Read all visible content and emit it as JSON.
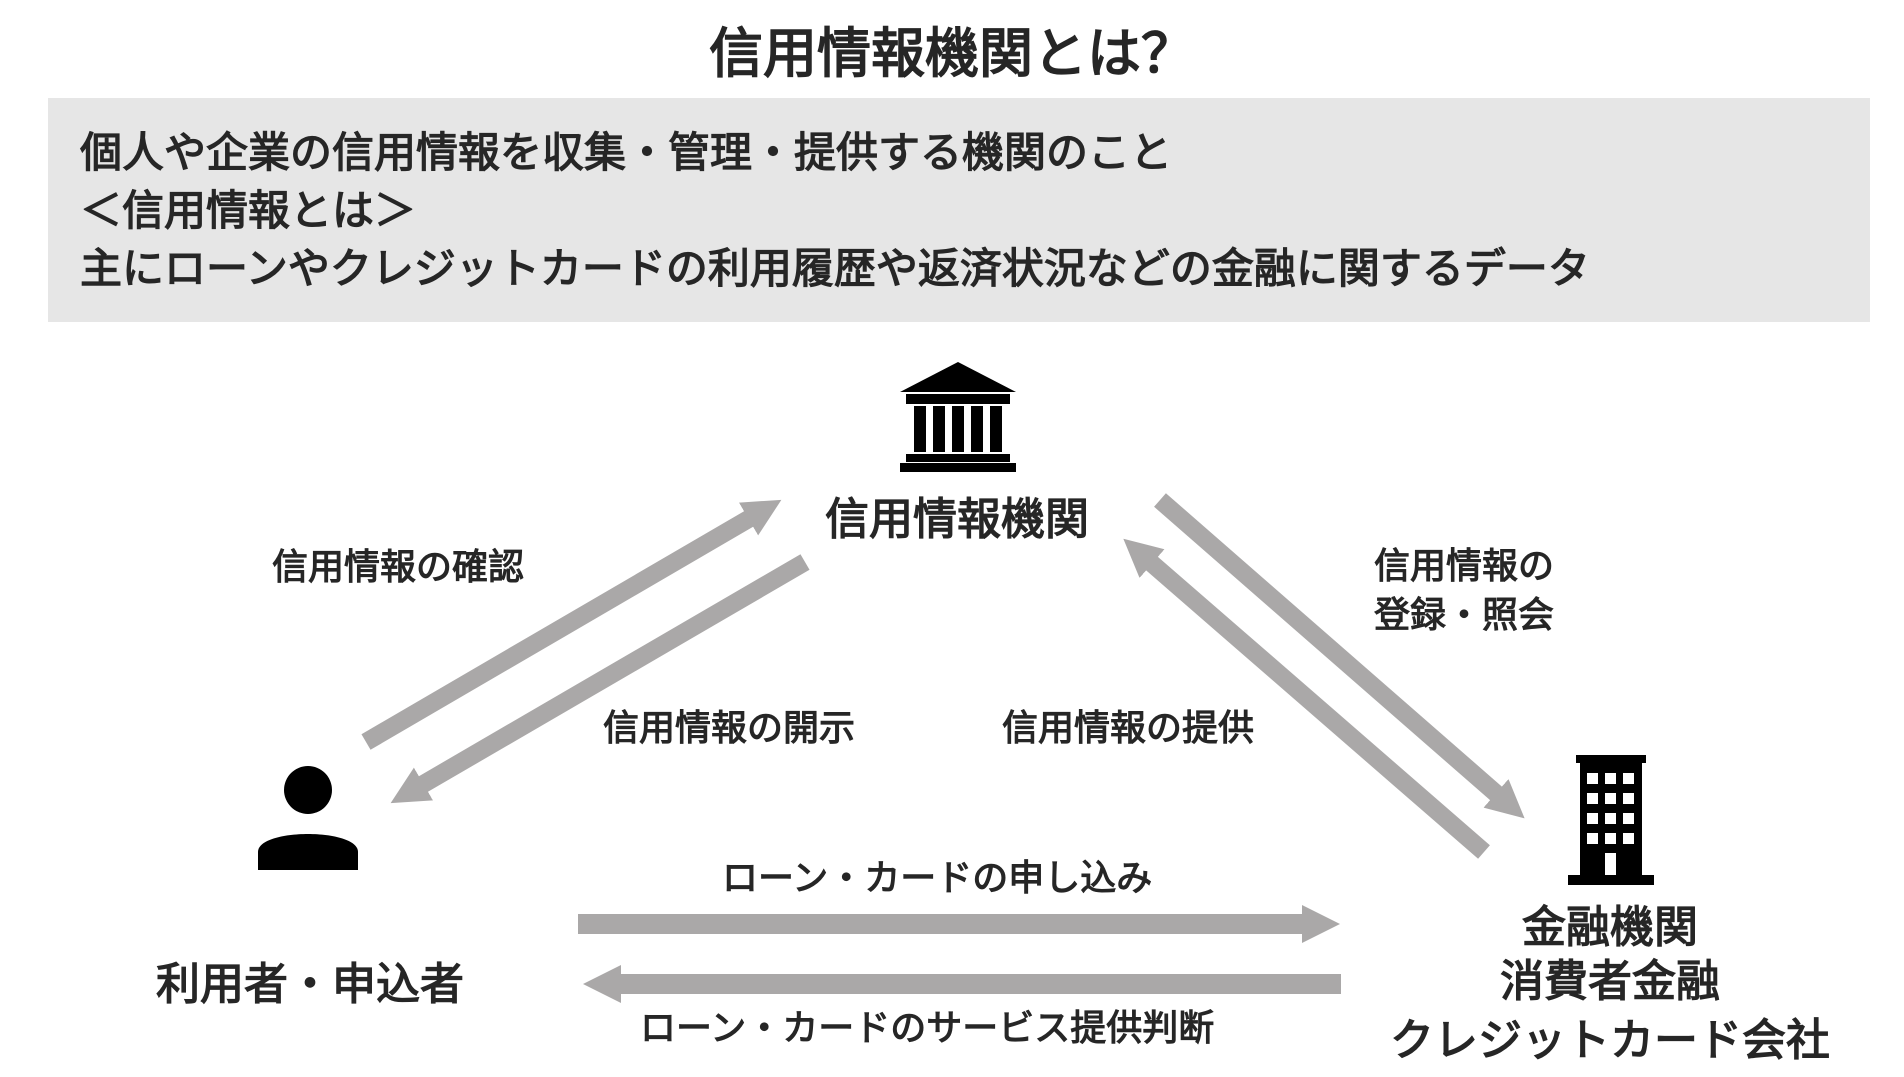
{
  "title": "信用情報機関とは？",
  "definition": {
    "line1": "個人や企業の信用情報を収集・管理・提供する機関のこと",
    "line2": "＜信用情報とは＞",
    "line3": "主にローンやクレジットカードの利用履歴や返済状況などの金融に関するデータ"
  },
  "nodes": {
    "credit_bureau": {
      "label": "信用情報機関",
      "icon": "bank-icon"
    },
    "user": {
      "label": "利用者・申込者",
      "icon": "person-icon"
    },
    "financial": {
      "lines": [
        "金融機関",
        "消費者金融",
        "クレジットカード会社"
      ],
      "icon": "building-icon"
    }
  },
  "flows": {
    "check": "信用情報の確認",
    "disclose": "信用情報の開示",
    "register_line1": "信用情報の",
    "register_line2": "登録・照会",
    "provide": "信用情報の提供",
    "apply": "ローン・カードの申し込み",
    "judge": "ローン・カードのサービス提供判断"
  },
  "colors": {
    "arrow": "#aaa8a8",
    "box": "#e6e6e6",
    "icon": "#000000",
    "text": "#262626"
  }
}
